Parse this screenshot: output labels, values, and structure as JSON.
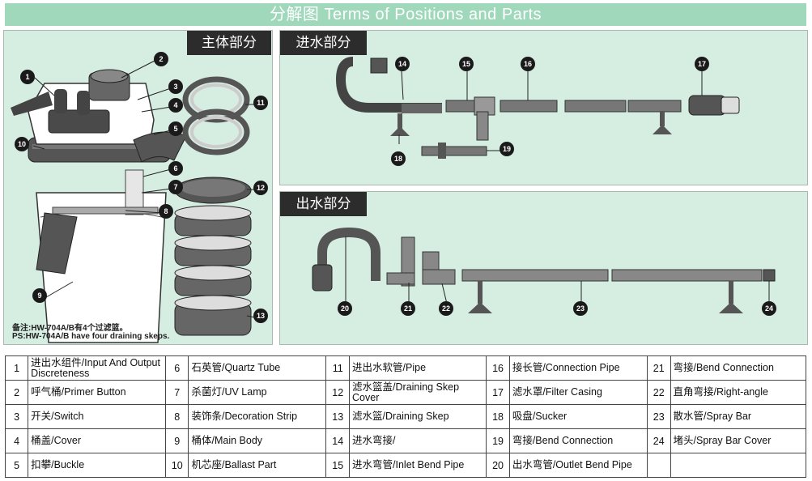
{
  "header": {
    "title": "分解图 Terms of Positions and Parts"
  },
  "main_unit": {
    "title": "主体部分",
    "note_cn": "备注:HW-704A/B有4个过滤篮。",
    "note_en": "PS:HW-704A/B have four draining skeps."
  },
  "inlet": {
    "title": "进水部分"
  },
  "outlet": {
    "title": "出水部分"
  },
  "callouts": [
    "1",
    "2",
    "3",
    "4",
    "5",
    "6",
    "7",
    "8",
    "9",
    "10",
    "11",
    "12",
    "13",
    "14",
    "15",
    "16",
    "17",
    "18",
    "19",
    "20",
    "21",
    "22",
    "23",
    "24"
  ],
  "parts": [
    {
      "num": "1",
      "label": "进出水组件/Input And Output Discreteness"
    },
    {
      "num": "2",
      "label": "呼气桶/Primer Button"
    },
    {
      "num": "3",
      "label": "开关/Switch"
    },
    {
      "num": "4",
      "label": "桶盖/Cover"
    },
    {
      "num": "5",
      "label": "扣攀/Buckle"
    },
    {
      "num": "6",
      "label": "石英管/Quartz Tube"
    },
    {
      "num": "7",
      "label": "杀菌灯/UV Lamp"
    },
    {
      "num": "8",
      "label": "装饰条/Decoration Strip"
    },
    {
      "num": "9",
      "label": "桶体/Main Body"
    },
    {
      "num": "10",
      "label": "机芯座/Ballast Part"
    },
    {
      "num": "11",
      "label": "进出水软管/Pipe"
    },
    {
      "num": "12",
      "label": "滤水篮盖/Draining Skep Cover"
    },
    {
      "num": "13",
      "label": "滤水篮/Draining Skep"
    },
    {
      "num": "14",
      "label": "进水弯接/"
    },
    {
      "num": "15",
      "label": "进水弯管/Inlet Bend Pipe"
    },
    {
      "num": "16",
      "label": "接长管/Connection Pipe"
    },
    {
      "num": "17",
      "label": "滤水罩/Filter Casing"
    },
    {
      "num": "18",
      "label": "吸盘/Sucker"
    },
    {
      "num": "19",
      "label": "弯接/Bend Connection"
    },
    {
      "num": "20",
      "label": "出水弯管/Outlet Bend Pipe"
    },
    {
      "num": "21",
      "label": "弯接/Bend Connection"
    },
    {
      "num": "22",
      "label": "直角弯接/Right-angle"
    },
    {
      "num": "23",
      "label": "散水管/Spray Bar"
    },
    {
      "num": "24",
      "label": "堵头/Spray Bar Cover"
    }
  ]
}
